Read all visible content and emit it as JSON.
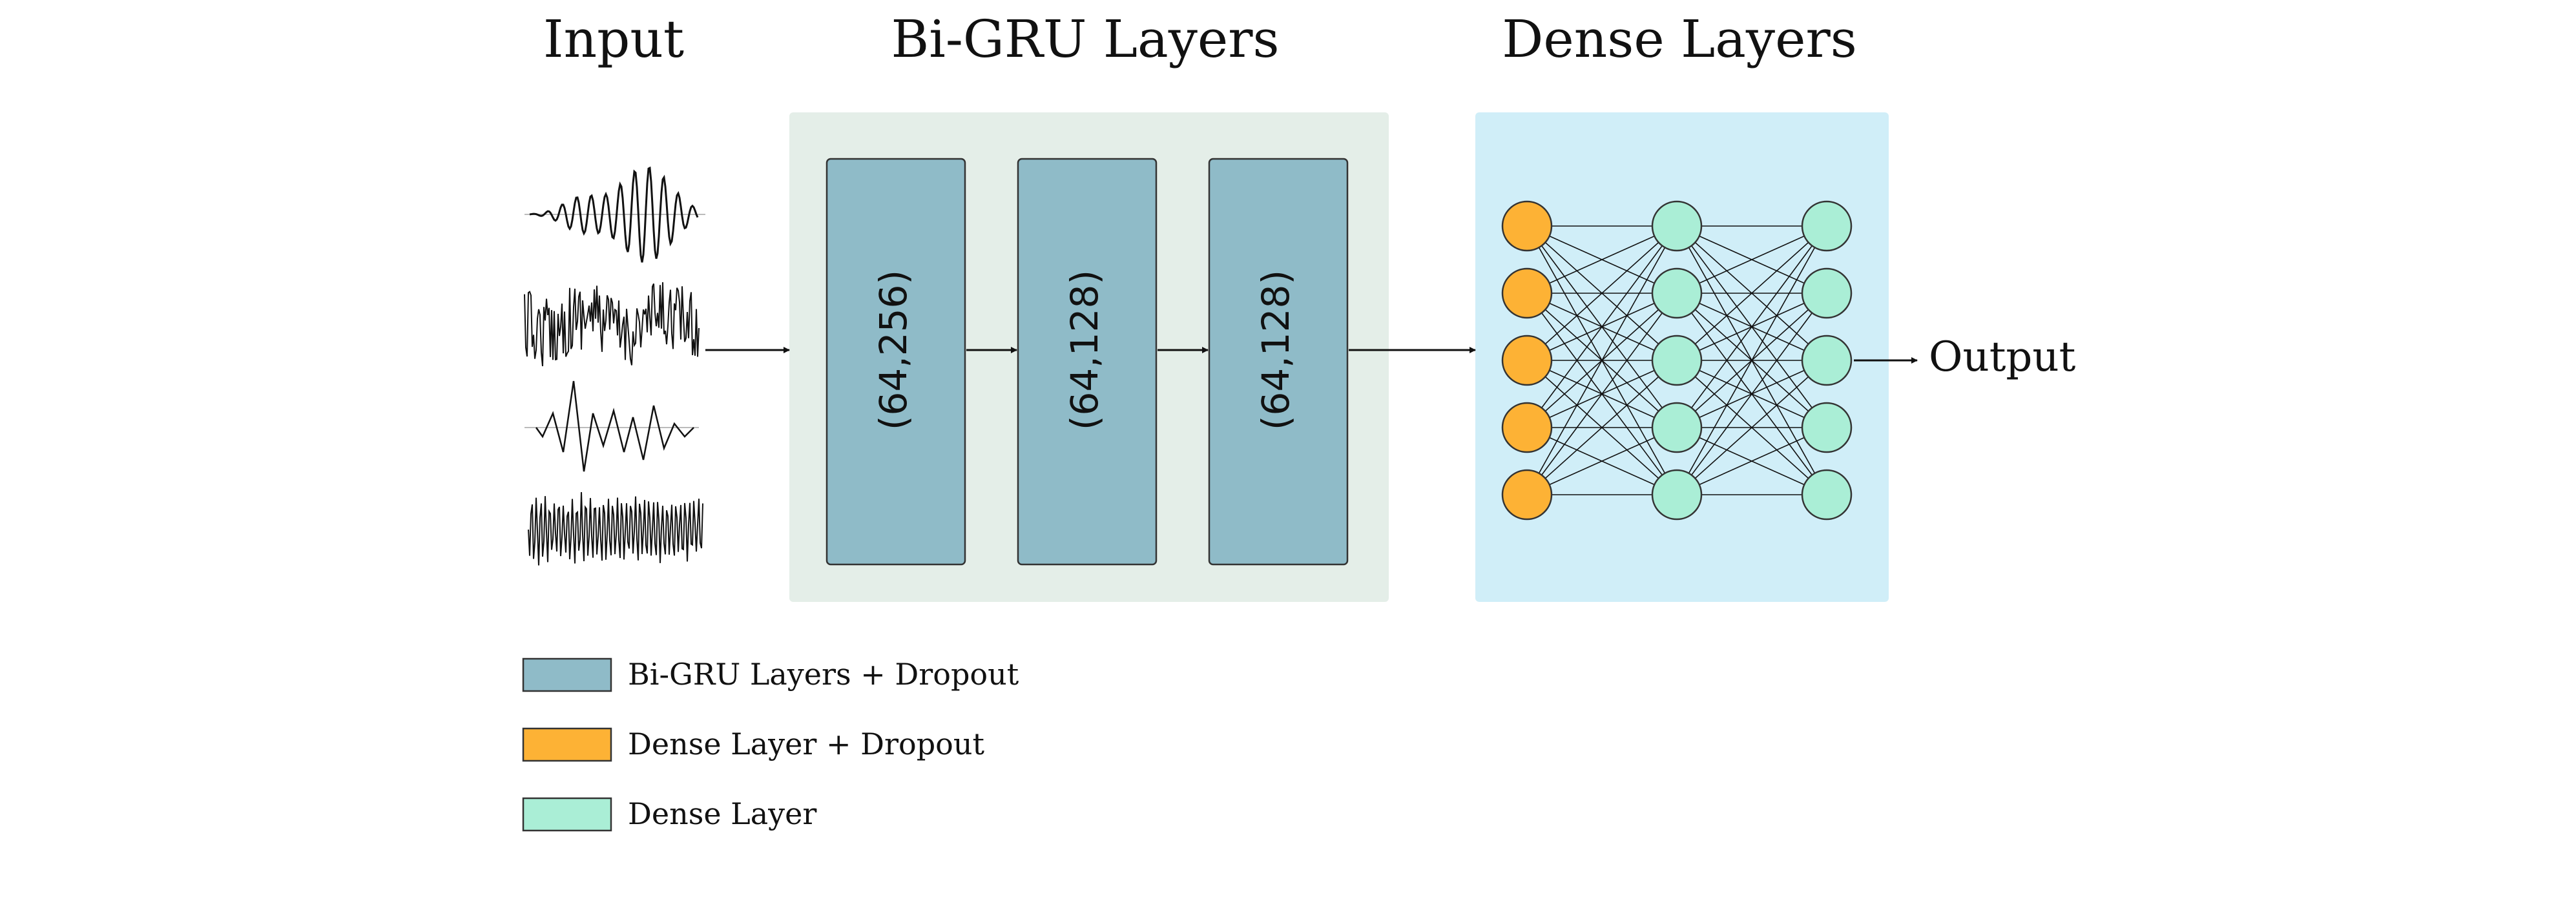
{
  "titles": {
    "input": "Input",
    "bigru": "Bi-GRU Layers",
    "dense": "Dense Layers"
  },
  "gru_layers": [
    {
      "label": "(64,256)"
    },
    {
      "label": "(64,128)"
    },
    {
      "label": "(64,128)"
    }
  ],
  "dense_network": {
    "layers": [
      {
        "kind": "dense_dropout",
        "nodes": 5
      },
      {
        "kind": "dense",
        "nodes": 5
      },
      {
        "kind": "dense",
        "nodes": 5
      }
    ]
  },
  "output_label": "Output",
  "legend": [
    {
      "key": "gru",
      "label": "Bi-GRU Layers + Dropout",
      "color": "#8fbbc8"
    },
    {
      "key": "dense_dropout",
      "label": "Dense Layer + Dropout",
      "color": "#fdb235"
    },
    {
      "key": "dense",
      "label": "Dense Layer",
      "color": "#aaeed6"
    }
  ],
  "colors": {
    "gru_panel": "#e4eee8",
    "dense_panel": "#d0eef8",
    "gru_block": "#8fbbc8",
    "dense_dropout_node": "#fdb235",
    "dense_node": "#aaeed6",
    "line": "#111111"
  }
}
